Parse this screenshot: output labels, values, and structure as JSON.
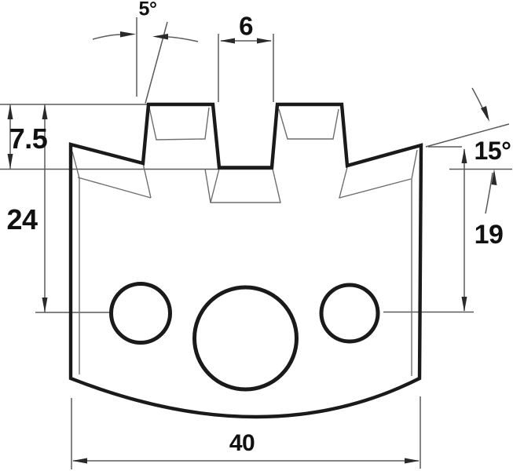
{
  "figure": {
    "kind": "technical-drawing",
    "subject": "profile knife blade with castellated top, three mounting holes and curved bottom edge"
  },
  "labels": {
    "top_angle": "5°",
    "slot_width": "6",
    "top_height": "7.5",
    "left_height": "24",
    "edge_angle": "15°",
    "right_height": "19",
    "overall_width": "40"
  },
  "colors": {
    "background": "#ffffff",
    "outline": "#1a1a1a",
    "thin_line": "#6e6e6e",
    "dimension_line": "#5a5a5a",
    "text": "#111111"
  }
}
